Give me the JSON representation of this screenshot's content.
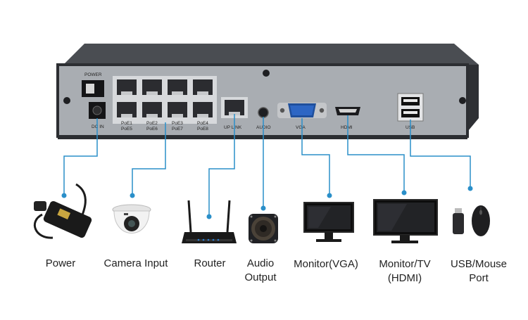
{
  "panel": {
    "power": "POWER",
    "dcin": "DC IN",
    "poe_top": [
      "PoE1",
      "PoE2",
      "PoE3",
      "PoE4"
    ],
    "poe_bottom": [
      "PoE5",
      "PoE6",
      "PoE7",
      "PoE8"
    ],
    "uplink": "UP LINK",
    "audio": "AUDIO",
    "vga": "VGA",
    "hdmi": "HDMI",
    "usb": "USB"
  },
  "devices": {
    "power": "Power",
    "camera": "Camera Input",
    "router": "Router",
    "audio": "Audio\nOutput",
    "vga": "Monitor(VGA)",
    "hdmi": "Monitor/TV\n(HDMI)",
    "usb": "USB/Mouse\nPort"
  },
  "colors": {
    "connector": "#2a8fc9",
    "chassis": "#3a3d42",
    "panel": "#a9adb2"
  }
}
